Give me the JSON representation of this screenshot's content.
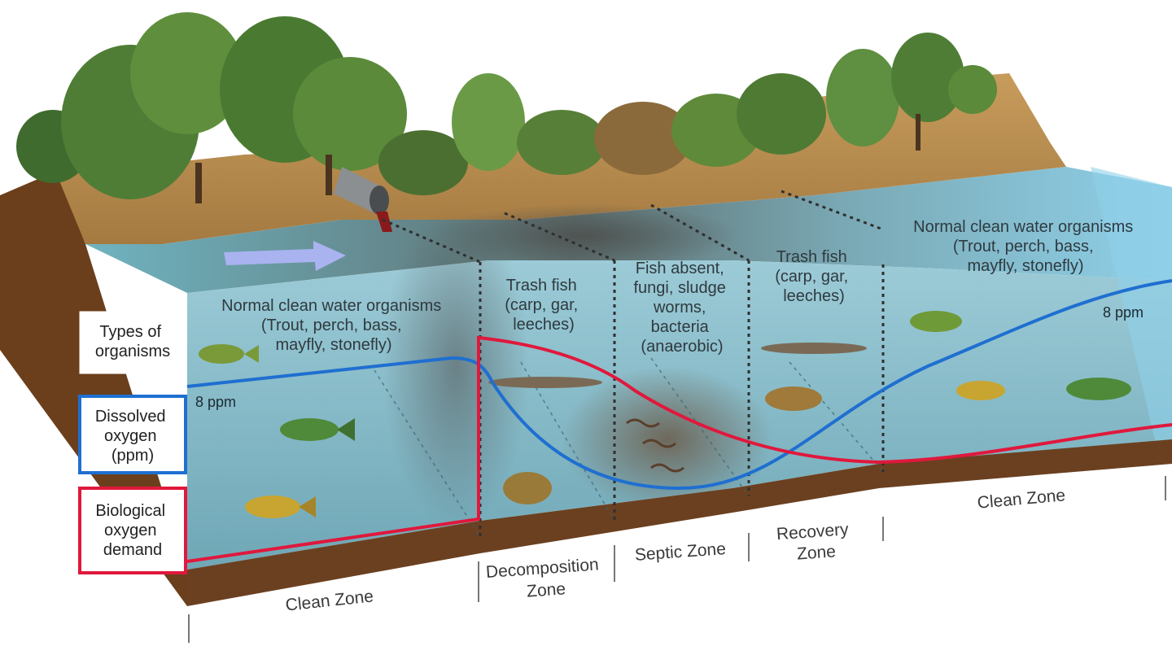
{
  "zones": [
    {
      "id": "clean-left",
      "organisms": [
        "Normal clean water organisms",
        "(Trout, perch, bass,",
        "mayfly, stonefly)"
      ],
      "label": [
        "Clean Zone"
      ]
    },
    {
      "id": "decomposition",
      "organisms": [
        "Trash fish",
        "(carp, gar,",
        "leeches)"
      ],
      "label": [
        "Decomposition",
        "Zone"
      ]
    },
    {
      "id": "septic",
      "organisms": [
        "Fish absent,",
        "fungi, sludge",
        "worms,",
        "bacteria",
        "(anaerobic)"
      ],
      "label": [
        "Septic Zone"
      ]
    },
    {
      "id": "recovery",
      "organisms": [
        "Trash fish",
        "(carp, gar,",
        "leeches)"
      ],
      "label": [
        "Recovery",
        "Zone"
      ]
    },
    {
      "id": "clean-right",
      "organisms": [
        "Normal clean water organisms",
        "(Trout, perch, bass,",
        "mayfly, stonefly)"
      ],
      "label": [
        "Clean Zone"
      ]
    }
  ],
  "legend": {
    "organisms": [
      "Types of",
      "organisms"
    ],
    "dissolved_oxygen": [
      "Dissolved",
      "oxygen",
      "(ppm)"
    ],
    "bod": [
      "Biological",
      "oxygen",
      "demand"
    ]
  },
  "ppm_labels": {
    "left": "8 ppm",
    "right": "8 ppm"
  },
  "colors": {
    "dissolved_oxygen_line": "#1f6fd1",
    "bod_line": "#e0183c",
    "water": "#8fc2d0",
    "soil": "#7a4a22",
    "grass": "#c8a062"
  },
  "icons": [
    "outfall-pipe-icon",
    "flow-arrow-icon",
    "trout-icon",
    "perch-icon",
    "bass-icon",
    "carp-icon",
    "gar-icon",
    "worm-icon"
  ]
}
